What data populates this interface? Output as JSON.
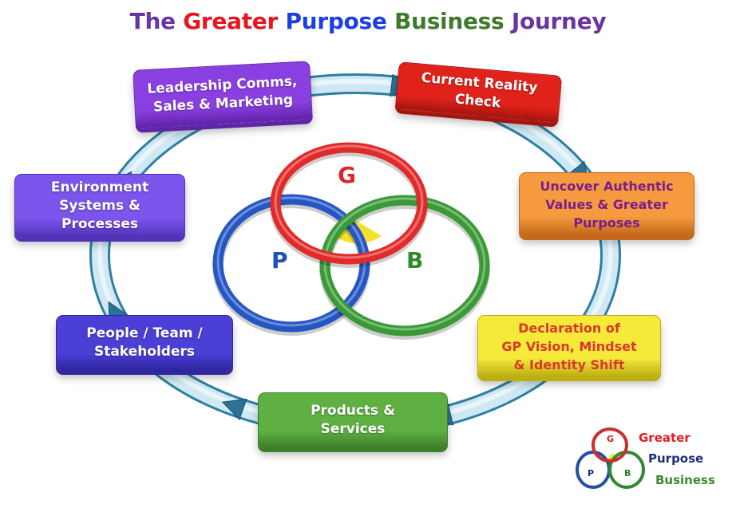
{
  "title": {
    "segments": [
      {
        "text": "The ",
        "color": "#6a35a3"
      },
      {
        "text": "Greater ",
        "color": "#e8141f"
      },
      {
        "text": "Purpose ",
        "color": "#1b3fe0"
      },
      {
        "text": "Business ",
        "color": "#3f7a2c"
      },
      {
        "text": "Journey",
        "color": "#6a35a3"
      }
    ]
  },
  "steps": [
    {
      "label": "Current Reality\nCheck",
      "bg": "#e0221b",
      "side": "#a5140f",
      "text": "#ffffff"
    },
    {
      "label": "Uncover Authentic\nValues & Greater\nPurposes",
      "bg": "#f59a3f",
      "side": "#c4681c",
      "text": "#7a1e8c"
    },
    {
      "label": "Declaration of\nGP Vision, Mindset\n& Identity Shift",
      "bg": "#f6e93a",
      "side": "#bdae13",
      "text": "#d9382a"
    },
    {
      "label": "Products &\nServices",
      "bg": "#5fb043",
      "side": "#3c7f28",
      "text": "#ffffff"
    },
    {
      "label": "People / Team /\nStakeholders",
      "bg": "#4b3fd6",
      "side": "#2f26a0",
      "text": "#ffffff"
    },
    {
      "label": "Environment\nSystems &\nProcesses",
      "bg": "#7b55ec",
      "side": "#5132b8",
      "text": "#ffffff"
    },
    {
      "label": "Leadership Comms,\nSales & Marketing",
      "bg": "#8a3fe0",
      "side": "#5f22a8",
      "text": "#ffffff"
    }
  ],
  "venn": {
    "circles": [
      {
        "letter": "G",
        "color": "#e12a2a"
      },
      {
        "letter": "P",
        "color": "#2456c4"
      },
      {
        "letter": "B",
        "color": "#3a9a35"
      }
    ],
    "center_color": "#f4e02a"
  },
  "logo": {
    "lines": [
      {
        "text": "Greater",
        "color": "#e11c23"
      },
      {
        "text": "Purpose",
        "color": "#1a2f7a"
      },
      {
        "text": "Business",
        "color": "#3e8a2e"
      }
    ],
    "letters": [
      "G",
      "P",
      "B"
    ]
  },
  "colors": {
    "track": "#cfe8f3",
    "track_edge": "#2d7fa3",
    "arrow": "#2a7298"
  }
}
